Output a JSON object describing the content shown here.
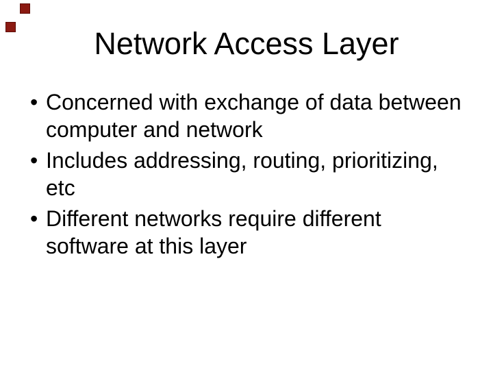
{
  "slide": {
    "title": "Network Access Layer",
    "bullet_glyph": "•",
    "bullets": [
      {
        "lines": [
          "Concerned with exchange of data between",
          "computer and network"
        ]
      },
      {
        "lines": [
          "Includes addressing, routing, prioritizing,",
          "etc"
        ]
      },
      {
        "lines": [
          "Different networks require different",
          "software at this layer"
        ]
      }
    ],
    "colors": {
      "background": "#ffffff",
      "text": "#000000",
      "decoration_red": "#8b1a12",
      "decoration_red_border": "#5f0d08"
    }
  }
}
